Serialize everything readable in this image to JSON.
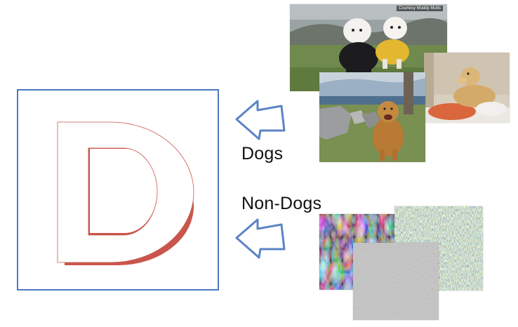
{
  "discriminator": {
    "letter": "D",
    "letter_color": "#c9564b",
    "box_color": "#4a78c2"
  },
  "labels": {
    "dogs": "Dogs",
    "non_dogs": "Non-Dogs"
  },
  "photos": {
    "courtesy": "Courtesy Muddy Mutts"
  },
  "colors": {
    "arrow_stroke": "#5b84c4",
    "arrow_fill": "#ffffff"
  }
}
